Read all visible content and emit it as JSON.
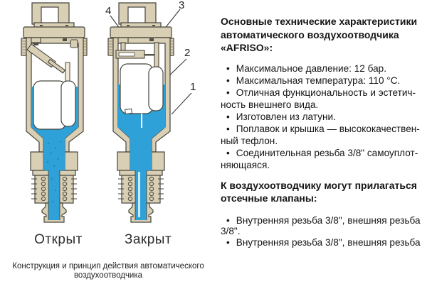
{
  "colors": {
    "body_brass": "#d8cfb4",
    "body_shade": "#c7bca0",
    "water_blue": "#2fa1d9",
    "outline": "#45443c"
  },
  "diagram": {
    "state_open_label": "Открыт",
    "state_closed_label": "Закрыт",
    "callouts": [
      "1",
      "2",
      "3",
      "4"
    ],
    "caption": "Конструкция и принцип действия автоматического\nвоздухоотводчика"
  },
  "panel": {
    "heading1": "Основные технические характеристики\nавтоматического воздухоотводчика\n«AFRISO»:",
    "features": [
      "Максимальное давление: 12 бар.",
      "Максимальная температура: 110 °C.",
      "Отличная функциональность и эстетич-\nность внешнего вида.",
      "Изготовлен из латуни.",
      "Поплавок и крышка — высококачествен-\nный тефлон.",
      "Соединительная резьба 3/8\" самоуплот-\nняющаяся."
    ],
    "heading2": "К воздухоотводчику могут прилагаться\nотсечные клапаны:",
    "valve_options": [
      "Внутренняя резьба 3/8\", внешняя резьба\n3/8\".",
      "Внутренняя резьба 3/8\", внешняя резьба"
    ]
  }
}
